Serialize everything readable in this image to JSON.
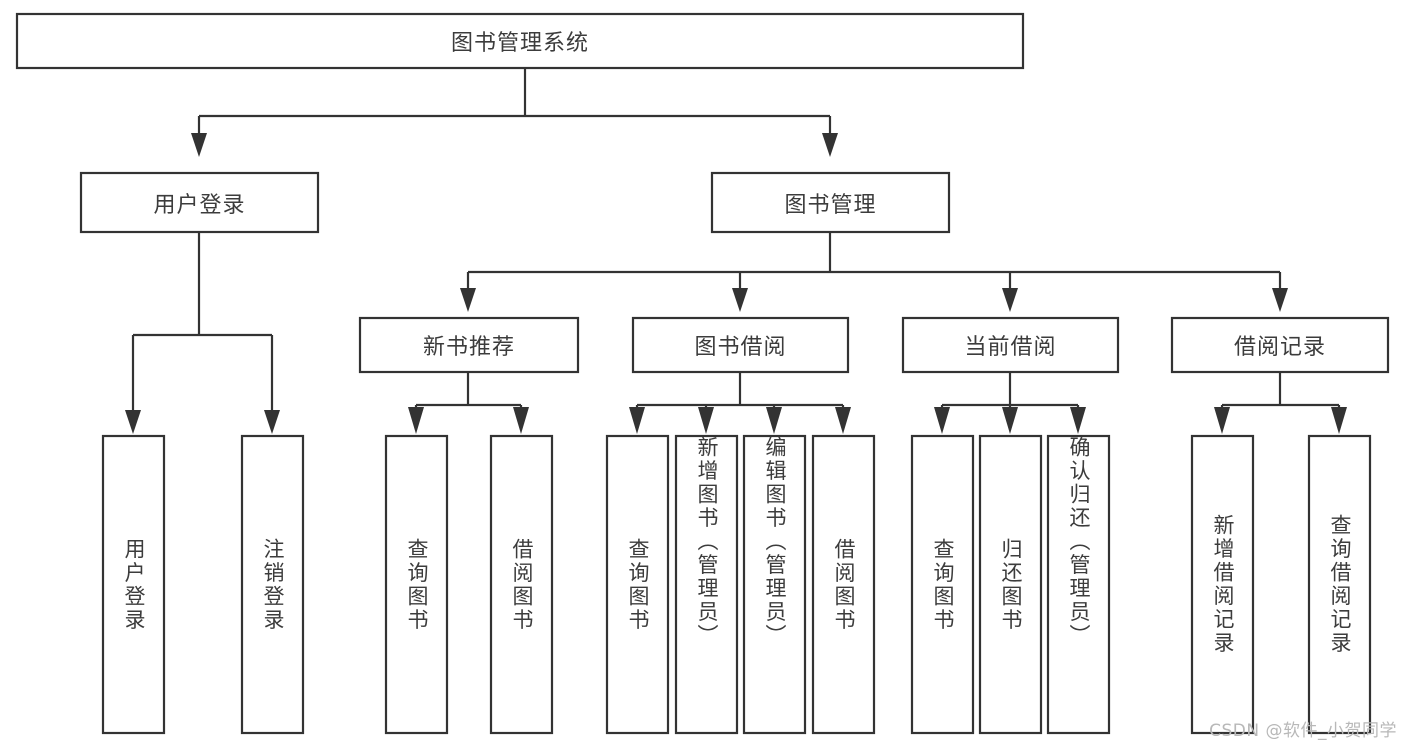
{
  "diagram": {
    "type": "tree",
    "title": "图书管理系统",
    "orientation": "top-down",
    "colors": {
      "box_fill": "#ffffff",
      "box_stroke": "#333333",
      "text": "#3c3c3c",
      "background": "#ffffff",
      "watermark": "#b8b8b8"
    },
    "root": {
      "label": "图书管理系统"
    },
    "level2": [
      {
        "label": "用户登录"
      },
      {
        "label": "图书管理"
      }
    ],
    "level3": [
      {
        "label": "新书推荐"
      },
      {
        "label": "图书借阅"
      },
      {
        "label": "当前借阅"
      },
      {
        "label": "借阅记录"
      }
    ],
    "leaves": {
      "user_login": [
        {
          "label": "用户登录"
        },
        {
          "label": "注销登录"
        }
      ],
      "new_book_recommend": [
        {
          "label": "查询图书"
        },
        {
          "label": "借阅图书"
        }
      ],
      "book_borrow": [
        {
          "label": "查询图书"
        },
        {
          "label": "新增图书（管理员）"
        },
        {
          "label": "编辑图书（管理员）"
        },
        {
          "label": "借阅图书"
        }
      ],
      "current_borrow": [
        {
          "label": "查询图书"
        },
        {
          "label": "归还图书"
        },
        {
          "label": "确认归还（管理员）"
        }
      ],
      "borrow_record": [
        {
          "label": "新增借阅记录"
        },
        {
          "label": "查询借阅记录"
        }
      ]
    }
  },
  "watermark": {
    "text": "CSDN @软件_小贺同学"
  }
}
